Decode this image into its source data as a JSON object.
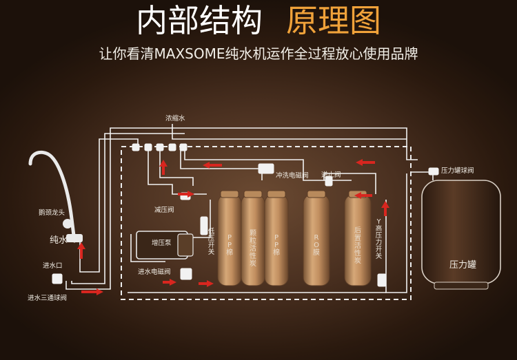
{
  "header": {
    "title_white": "内部结构",
    "title_orange": "原理图",
    "subtitle": "让你看清MAXSOME纯水机运作全过程放心使用品牌"
  },
  "labels": {
    "concentrate_water": "浓缩水",
    "flush_solenoid": "冲洗电磁阀",
    "check_valve": "逆止阀",
    "tank_ball_valve": "压力罐球阀",
    "gooseneck_faucet": "鹅颈龙头",
    "pure_water": "纯水",
    "pressure_reducing_valve": "减压阀",
    "booster_pump": "增压泵",
    "inlet_solenoid": "进水电磁阀",
    "water_inlet": "进水口",
    "inlet_tee_ball_valve": "进水三通球阀",
    "low_pressure_switch": "低压开关",
    "high_pressure_switch": "Y高压力开关",
    "filter_pp1": "PP棉",
    "filter_granular_carbon": "颗粒活性炭",
    "filter_pp2": "PP棉",
    "filter_ro": "RO膜",
    "filter_post_carbon": "后置活性炭",
    "pressure_tank": "压力罐"
  },
  "colors": {
    "title_accent": "#f0a23a",
    "pipe": "#f2f2f2",
    "arrow": "#d8261f",
    "filter_body": "#c89a6a"
  }
}
